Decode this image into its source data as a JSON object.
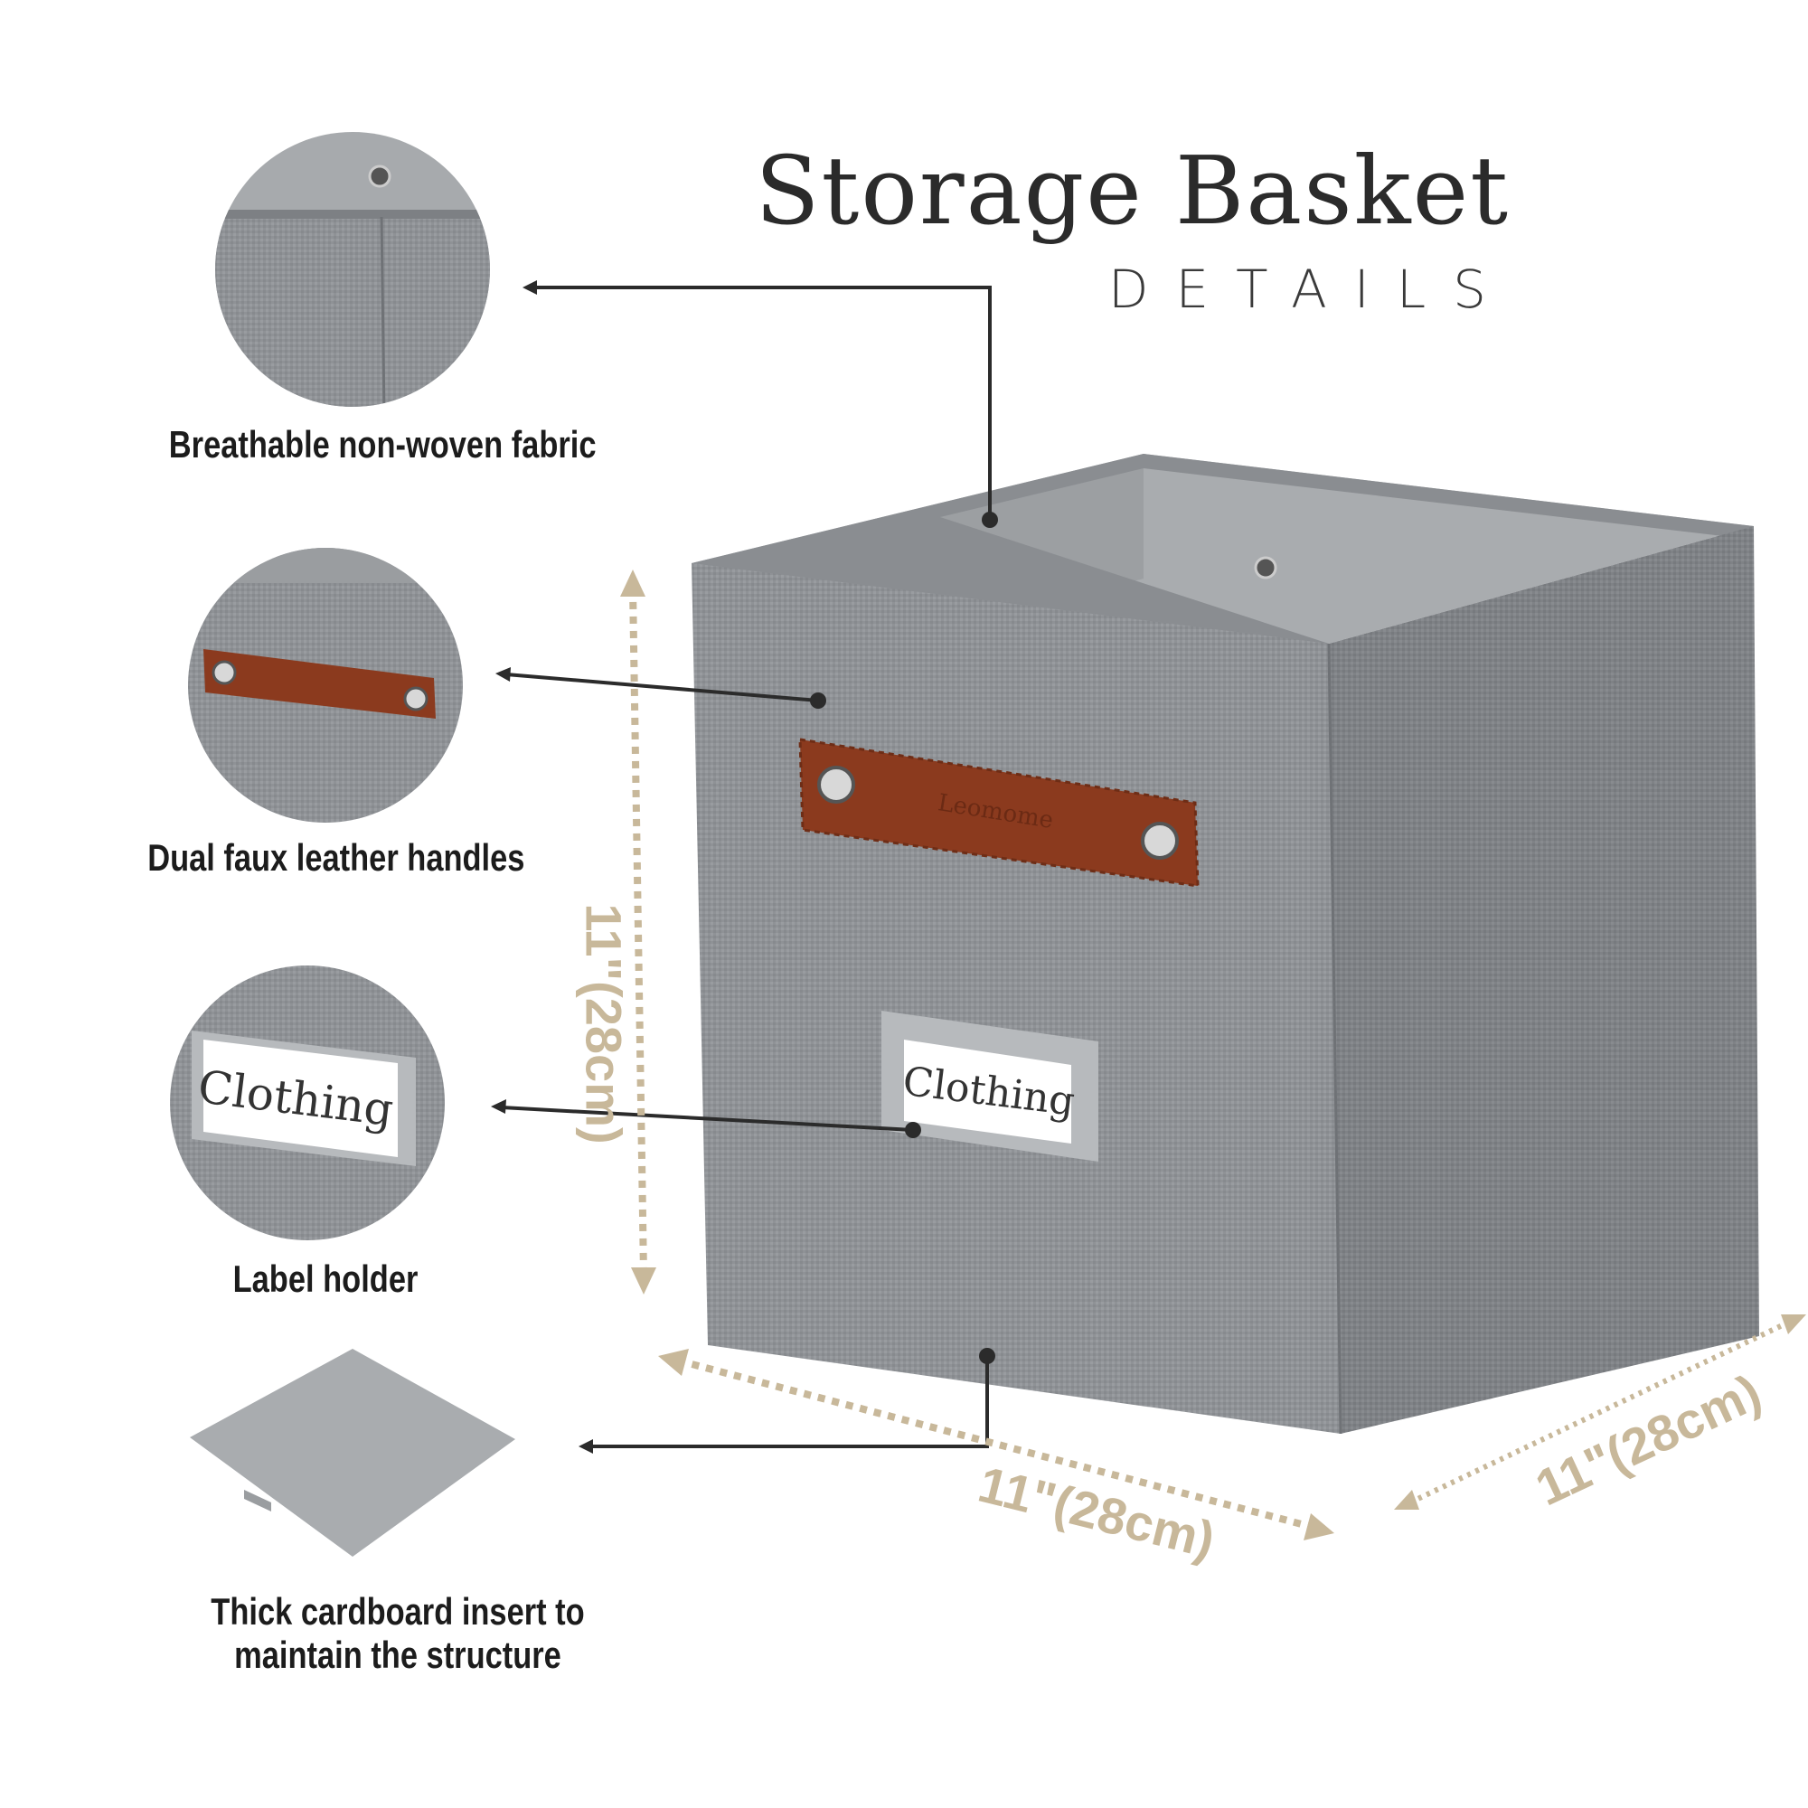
{
  "header": {
    "title": "Storage Basket",
    "subtitle": "DETAILS"
  },
  "features": [
    {
      "caption": "Breathable non-woven fabric"
    },
    {
      "caption": "Dual faux leather handles"
    },
    {
      "caption": "Label holder"
    },
    {
      "caption_line1": "Thick cardboard insert to",
      "caption_line2": "maintain the structure"
    }
  ],
  "product": {
    "label_text": "Clothing",
    "handle_brand": "Leomome"
  },
  "dimensions": {
    "height": "11\"(28cm)",
    "width": "11\"(28cm)",
    "depth": "11\"(28cm)"
  },
  "colors": {
    "fabric": "#8f9296",
    "fabric_dark": "#7a7d81",
    "interior": "#a4a7aa",
    "leather": "#8b3a1e",
    "dimension": "#c8b89a",
    "leader": "#2b2b2b"
  }
}
